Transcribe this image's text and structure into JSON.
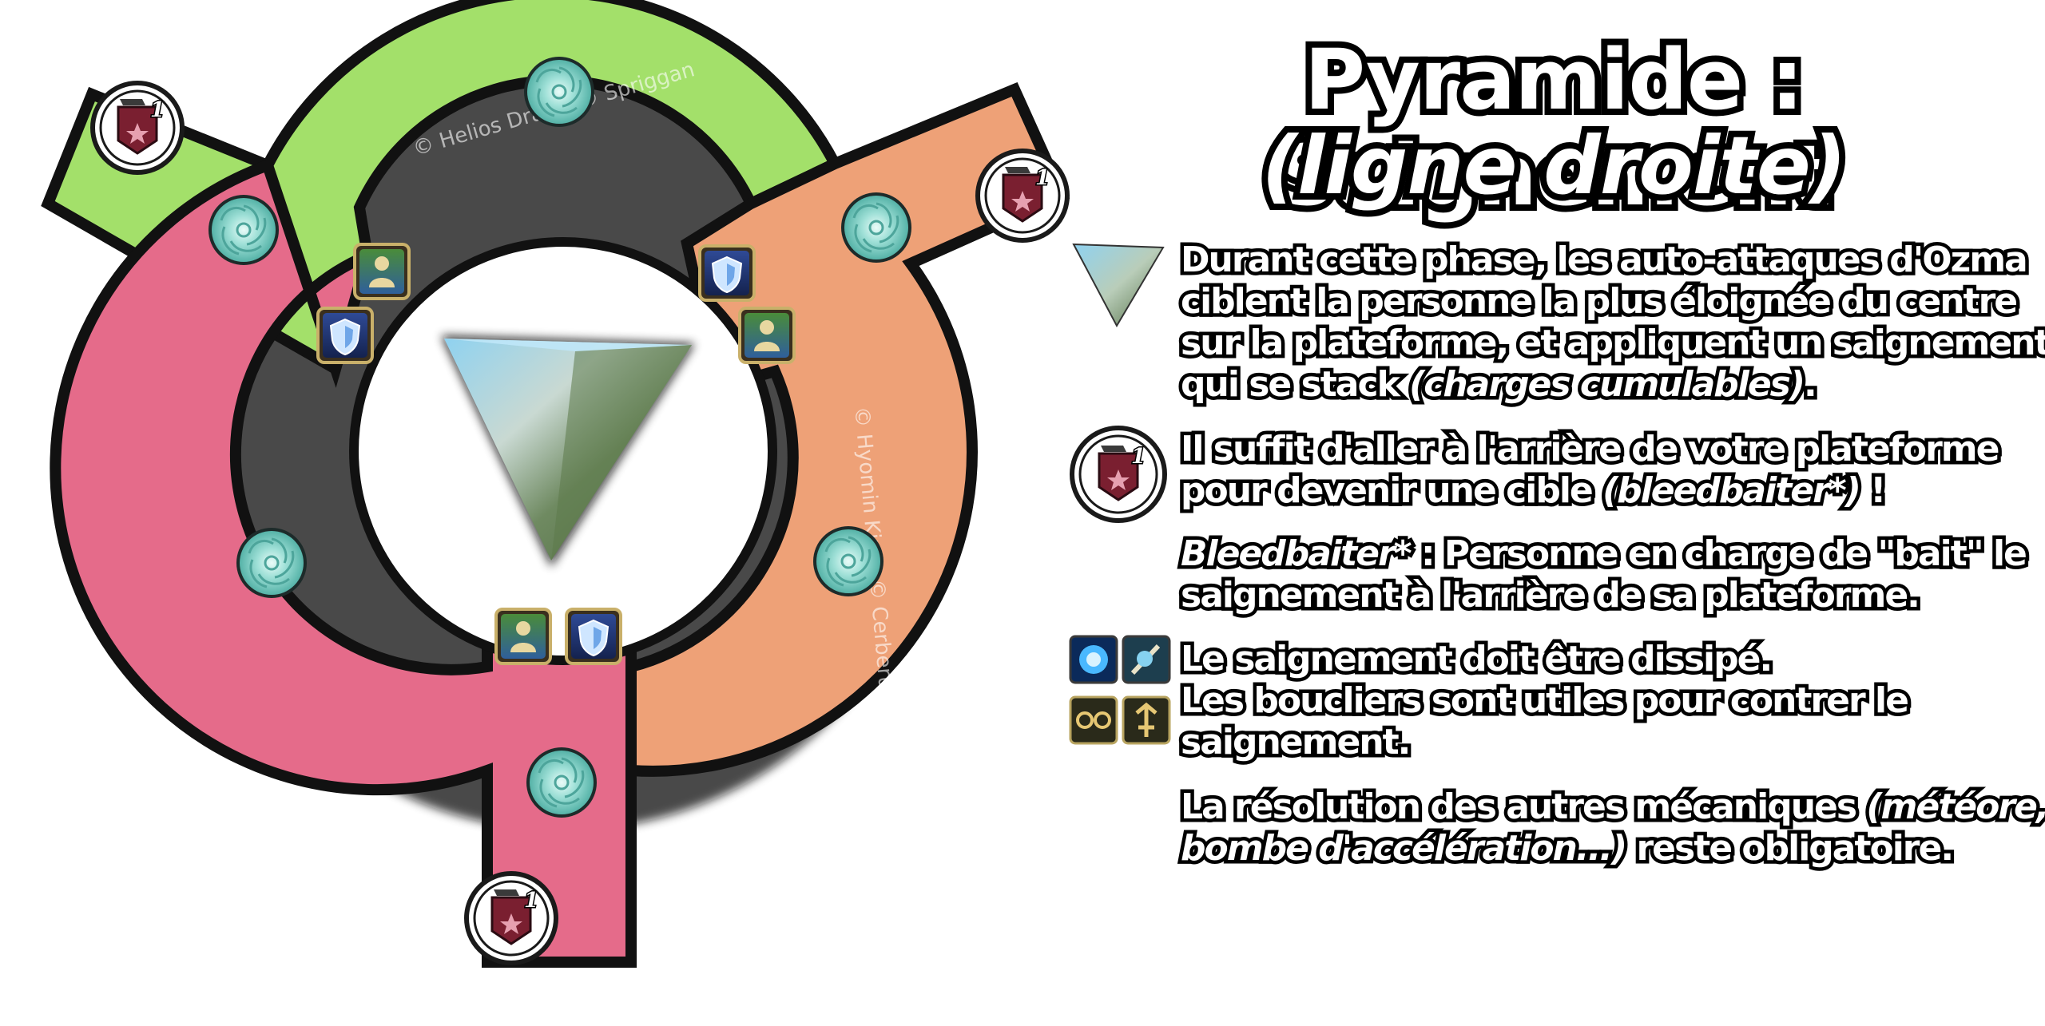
{
  "header": {
    "title": "Pyramide : Saignement",
    "subtitle": "(ligne droite)"
  },
  "paragraphs": {
    "p1": {
      "line1": "Durant cette phase, les auto-attaques d'Ozma",
      "line2": "ciblent la personne la plus éloignée du centre",
      "line3": "sur la plateforme, et appliquent un saignement",
      "line4a": "qui se stack ",
      "line4b": "(charges cumulables)",
      "line4c": "."
    },
    "p2": {
      "line1": "Il suffit d'aller à l'arrière de votre plateforme",
      "line2a": "pour devenir une cible ",
      "line2b": "(bleedbaiter*)",
      "line2c": " !"
    },
    "p3": {
      "line1a": "Bleedbaiter*",
      "line1b": " : Personne en charge de \"bait\" le",
      "line2": "saignement à l'arrière de sa plateforme."
    },
    "p4": {
      "line1": "Le saignement doit être dissipé.",
      "line2": "Les boucliers sont utiles pour contrer le",
      "line3": "saignement."
    },
    "p5": {
      "line1a": "La résolution des autres mécaniques ",
      "line1b": "(météore,",
      "line2a": "bombe d'accélération...)",
      "line2b": " reste obligatoire."
    }
  },
  "diagram": {
    "platforms": [
      {
        "name": "green",
        "color": "#a3e06a"
      },
      {
        "name": "orange",
        "color": "#eea177"
      },
      {
        "name": "pink",
        "color": "#e56b8a"
      }
    ],
    "bleed_marker": {
      "stack_number": "1",
      "color": "#7a1f30"
    },
    "watermarks": {
      "top": "© Helios Draw · © Spriggan",
      "right": "© Hyomin Kim · © Cerberus"
    },
    "icon_names": [
      "bleed-icon",
      "meteor-icon",
      "healer-icon",
      "tank-shield-icon",
      "pyramid-ozma-icon",
      "esuna-icon",
      "cleanse-icon",
      "barrier-icon",
      "shield-spell-icon"
    ]
  }
}
